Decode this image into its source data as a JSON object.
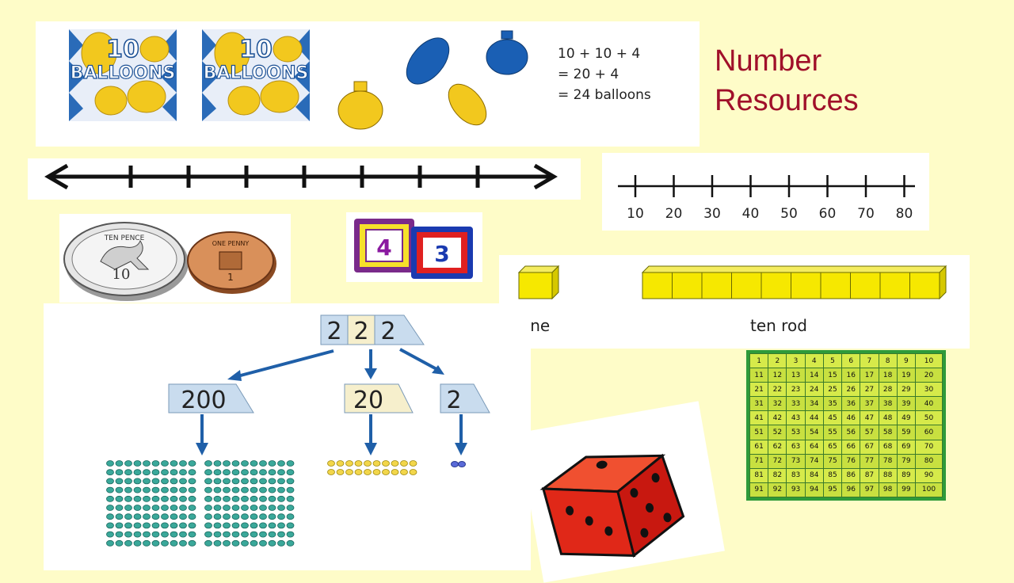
{
  "title": {
    "line1": "Number",
    "line2": "Resources"
  },
  "balloons": {
    "box_label_1": "10",
    "box_label_2": "BALLOONS",
    "equation": [
      "10 + 10 + 4",
      "= 20 + 4",
      "= 24 balloons"
    ]
  },
  "number_line_labeled": {
    "ticks": [
      "10",
      "20",
      "30",
      "40",
      "50",
      "60",
      "70",
      "80"
    ]
  },
  "coins": {
    "coin1": "TEN PENCE",
    "coin1_value": "10",
    "coin2": "ONE PENNY",
    "coin2_value": "1"
  },
  "cards": {
    "card1": "4",
    "card2": "3"
  },
  "blocks": {
    "one_label": "one",
    "rod_label": "ten rod"
  },
  "place_value": {
    "number": [
      "2",
      "2",
      "2"
    ],
    "hundreds": "200",
    "tens": "20",
    "ones": "2"
  },
  "hundred_square": {
    "start": 1,
    "end": 100
  },
  "colors": {
    "title": "#a0102a",
    "background": "#fefcc8",
    "balloon_blue": "#1a5fb4",
    "balloon_yellow": "#f2c81e"
  }
}
